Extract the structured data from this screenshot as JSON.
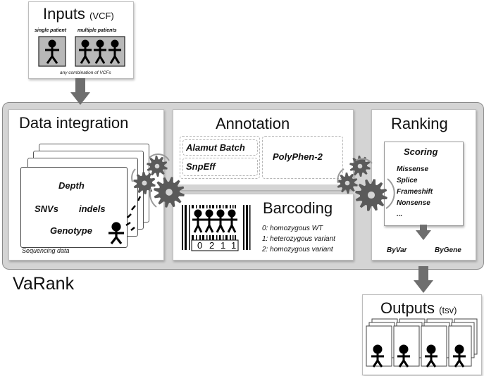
{
  "inputs": {
    "title": "Inputs",
    "title_suffix": "(VCF)",
    "single_label": "single patient",
    "multiple_label": "multiple patients",
    "combination_label": "any combination of VCFs"
  },
  "data_integration": {
    "title": "Data integration",
    "items": [
      "Depth",
      "SNVs",
      "indels",
      "Genotype"
    ],
    "footer": "Sequencing data"
  },
  "annotation": {
    "title": "Annotation",
    "tools": [
      "Alamut Batch",
      "SnpEff",
      "PolyPhen-2"
    ]
  },
  "barcoding": {
    "title": "Barcoding",
    "digits": [
      "0",
      "2",
      "1",
      "1"
    ],
    "legend": [
      "0: homozygous WT",
      "1: heterozygous variant",
      "2: homozygous variant"
    ]
  },
  "ranking": {
    "title": "Ranking",
    "scoring_title": "Scoring",
    "scoring_items": [
      "Missense",
      "Splice",
      "Frameshift",
      "Nonsense",
      "..."
    ],
    "by_var": "ByVar",
    "by_gene": "ByGene"
  },
  "app_name": "VaRank",
  "outputs": {
    "title": "Outputs",
    "title_suffix": "(tsv)"
  },
  "colors": {
    "frame": "#d4d4d4",
    "gear": "#5a5a5a",
    "arrow": "#6e6e6e",
    "box_fill": "#b8b8b8"
  }
}
